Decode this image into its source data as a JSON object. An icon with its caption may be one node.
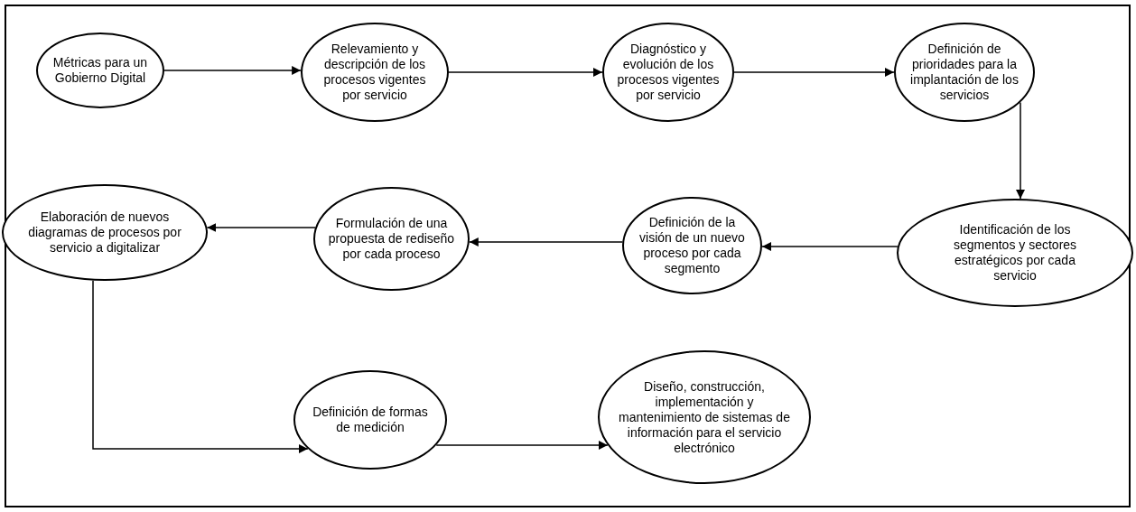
{
  "diagram": {
    "nodes": [
      {
        "text": [
          "Métricas para un Gobierno Digital"
        ]
      },
      {
        "text": [
          "Relevamiento y descripción de los procesos vigentes por servicio"
        ]
      },
      {
        "text": [
          "Diagnóstico y evolución de los procesos vigentes por servicio"
        ]
      },
      {
        "text": [
          "Definición de prioridades para la implantación de los servicios"
        ]
      },
      {
        "text": [
          "Identificación de los segmentos y sectores estratégicos por cada servicio"
        ]
      },
      {
        "text": [
          "Definición de la visión de un nuevo proceso por cada segmento"
        ]
      },
      {
        "text": [
          "Formulación de una propuesta de rediseño por cada proceso"
        ]
      },
      {
        "text": [
          "Elaboración de nuevos diagramas de procesos por servicio a digitalizar"
        ]
      },
      {
        "text": [
          "Definición de formas de medición"
        ]
      },
      {
        "text": [
          "Diseño, construcción, implementación y mantenimiento de sistemas de información para el servicio electrónico"
        ]
      }
    ],
    "edges": [
      {
        "from": 0,
        "to": 1,
        "arrow": "to"
      },
      {
        "from": 1,
        "to": 2,
        "arrow": "to"
      },
      {
        "from": 2,
        "to": 3,
        "arrow": "to"
      },
      {
        "from": 3,
        "to": 4,
        "arrow": "to"
      },
      {
        "from": 4,
        "to": 5,
        "arrow": "to"
      },
      {
        "from": 5,
        "to": 6,
        "arrow": "to"
      },
      {
        "from": 6,
        "to": 7,
        "arrow": "to"
      },
      {
        "from": 7,
        "to": 8,
        "arrow": "to"
      },
      {
        "from": 8,
        "to": 9,
        "arrow": "to"
      }
    ]
  }
}
